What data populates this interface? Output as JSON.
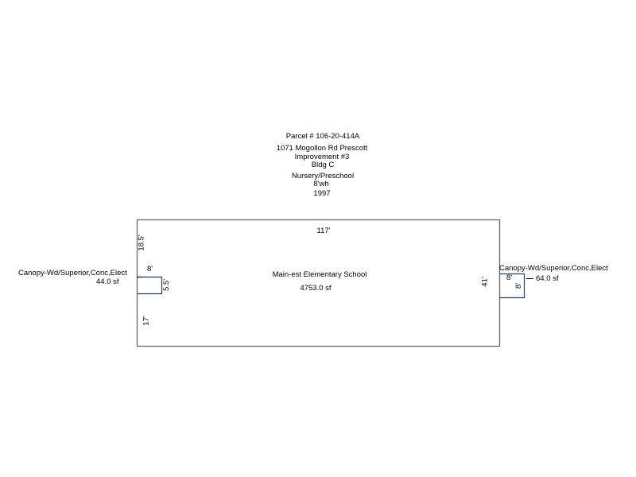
{
  "header": {
    "parcel": "Parcel # 106-20-414A",
    "address": "1071 Mogollon Rd Prescott",
    "improvement": "Improvement #3",
    "building": "Bldg C",
    "use": "Nursery/Preschool",
    "wall_height": "8'wh",
    "year": "1997"
  },
  "main_building": {
    "name": "Main-est Elementary School",
    "area": "4753.0 sf",
    "width_label": "117'",
    "height_label": "41'"
  },
  "left_canopy": {
    "label": "Canopy-Wd/Superior,Conc,Elect",
    "area": "44.0 sf",
    "width_label": "8'",
    "depth_label": "5.5'",
    "offset_top_label": "18.5'",
    "offset_bottom_label": "17'"
  },
  "right_canopy": {
    "label": "Canopy-Wd/Superior,Conc,Elect",
    "area": "64.0 sf",
    "width_label": "8'",
    "depth_label": "8'"
  },
  "colors": {
    "building_outline": "#6a6a6a",
    "canopy_outline": "#1f3f6b"
  }
}
